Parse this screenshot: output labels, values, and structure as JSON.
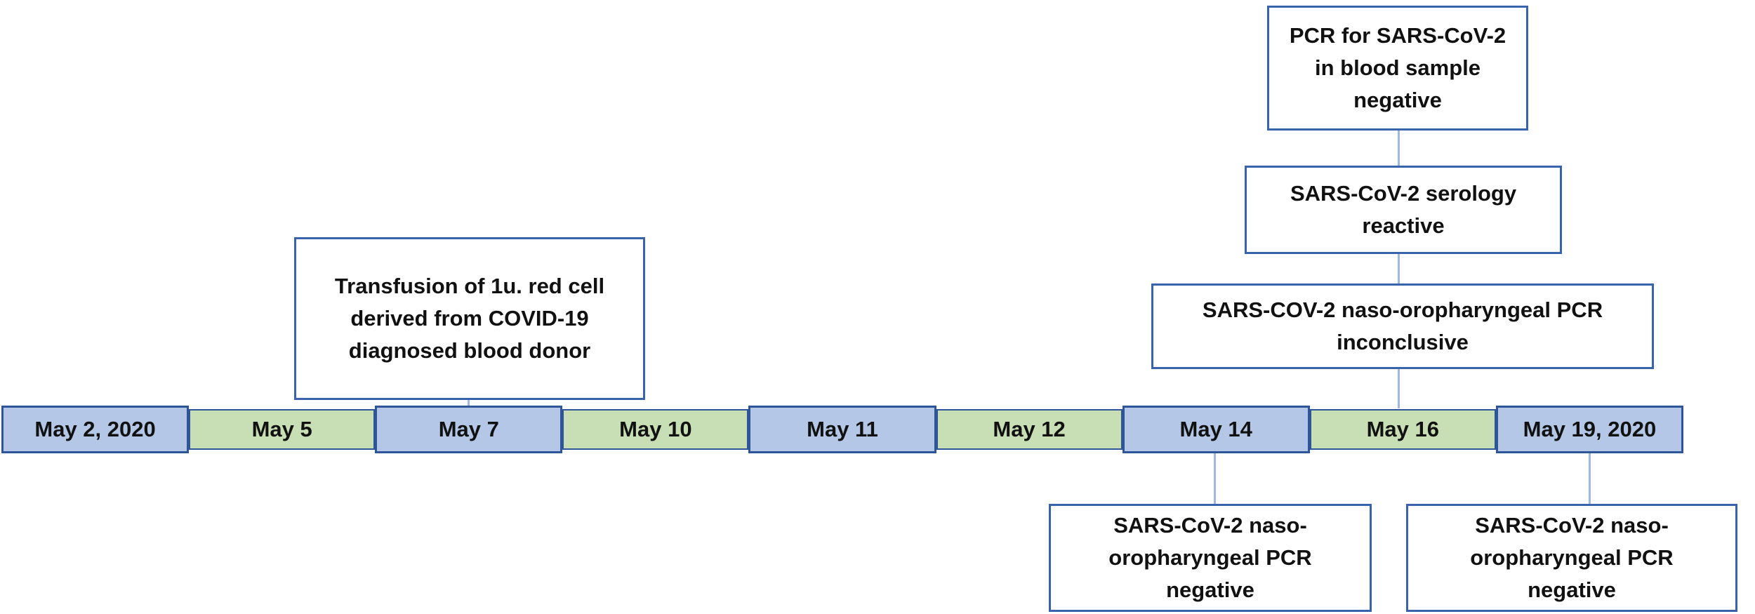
{
  "colors": {
    "blue_fill": "#b4c7e7",
    "green_fill": "#c8dfb5",
    "segment_border": "#2e5597",
    "box_border": "#3a63ad",
    "connector": "#9db8e2",
    "text": "#111111"
  },
  "timeline": {
    "segments": [
      {
        "label": "May 2, 2020",
        "color": "blue"
      },
      {
        "label": "May 5",
        "color": "green"
      },
      {
        "label": "May 7",
        "color": "blue"
      },
      {
        "label": "May 10",
        "color": "green"
      },
      {
        "label": "May 11",
        "color": "blue"
      },
      {
        "label": "May 12",
        "color": "green"
      },
      {
        "label": "May 14",
        "color": "blue"
      },
      {
        "label": "May 16",
        "color": "green"
      },
      {
        "label": "May 19, 2020",
        "color": "blue"
      }
    ]
  },
  "annotations": {
    "transfusion": {
      "position": "above",
      "anchor": "May 7",
      "lines": [
        "Transfusion of 1u. red cell",
        "derived from COVID-19",
        "diagnosed blood donor"
      ]
    },
    "pcr_blood": {
      "position": "above",
      "anchor": "May 16",
      "lines": [
        "PCR for SARS-CoV-2",
        "in blood sample",
        "negative"
      ]
    },
    "serology": {
      "position": "above",
      "anchor": "May 16",
      "lines": [
        "SARS-CoV-2 serology",
        "reactive"
      ]
    },
    "naso_inconclusive": {
      "position": "above",
      "anchor": "May 16",
      "lines": [
        "SARS-COV-2 naso-oropharyngeal PCR",
        "inconclusive"
      ]
    },
    "naso_may14": {
      "position": "below",
      "anchor": "May 14",
      "lines": [
        "SARS-CoV-2 naso-",
        "oropharyngeal PCR",
        "negative"
      ]
    },
    "naso_may19": {
      "position": "below",
      "anchor": "May 19, 2020",
      "lines": [
        "SARS-CoV-2 naso-",
        "oropharyngeal PCR",
        "negative"
      ]
    }
  }
}
